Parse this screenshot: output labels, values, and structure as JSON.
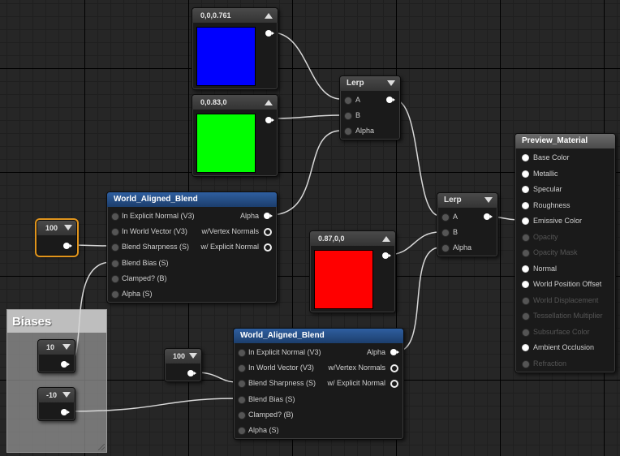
{
  "nodes": {
    "blue_const": {
      "title": "0,0,0.761",
      "color": "#0000ff"
    },
    "green_const": {
      "title": "0,0.83,0",
      "color": "#00ff00"
    },
    "red_const": {
      "title": "0.87,0,0",
      "color": "#ff0000"
    },
    "lerp1": {
      "title": "Lerp",
      "pins": [
        "A",
        "B",
        "Alpha"
      ]
    },
    "lerp2": {
      "title": "Lerp",
      "pins": [
        "A",
        "B",
        "Alpha"
      ]
    },
    "wab1": {
      "title": "World_Aligned_Blend",
      "inputs": [
        "In Explicit Normal (V3)",
        "In World Vector (V3)",
        "Blend Sharpness (S)",
        "Blend Bias (S)",
        "Clamped? (B)",
        "Alpha (S)"
      ],
      "outputs": [
        "Alpha",
        "w/Vertex Normals",
        "w/ Explicit Normal"
      ]
    },
    "wab2": {
      "title": "World_Aligned_Blend",
      "inputs": [
        "In Explicit Normal (V3)",
        "In World Vector (V3)",
        "Blend Sharpness (S)",
        "Blend Bias (S)",
        "Clamped? (B)",
        "Alpha (S)"
      ],
      "outputs": [
        "Alpha",
        "w/Vertex Normals",
        "w/ Explicit Normal"
      ]
    },
    "scalar_100_a": {
      "value": "100"
    },
    "scalar_100_b": {
      "value": "100"
    },
    "scalar_10": {
      "value": "10"
    },
    "scalar_neg10": {
      "value": "-10"
    },
    "preview": {
      "title": "Preview_Material",
      "inputs": [
        {
          "label": "Base Color",
          "enabled": true
        },
        {
          "label": "Metallic",
          "enabled": true
        },
        {
          "label": "Specular",
          "enabled": true
        },
        {
          "label": "Roughness",
          "enabled": true
        },
        {
          "label": "Emissive Color",
          "enabled": true
        },
        {
          "label": "Opacity",
          "enabled": false
        },
        {
          "label": "Opacity Mask",
          "enabled": false
        },
        {
          "label": "Normal",
          "enabled": true
        },
        {
          "label": "World Position Offset",
          "enabled": true
        },
        {
          "label": "World Displacement",
          "enabled": false
        },
        {
          "label": "Tessellation Multiplier",
          "enabled": false
        },
        {
          "label": "Subsurface Color",
          "enabled": false
        },
        {
          "label": "Ambient Occlusion",
          "enabled": true
        },
        {
          "label": "Refraction",
          "enabled": false
        }
      ]
    }
  },
  "comment": {
    "title": "Biases"
  },
  "colors": {
    "header_blue": "#2f5fa0",
    "selection": "#e0941c",
    "wire": "#ffffff"
  }
}
